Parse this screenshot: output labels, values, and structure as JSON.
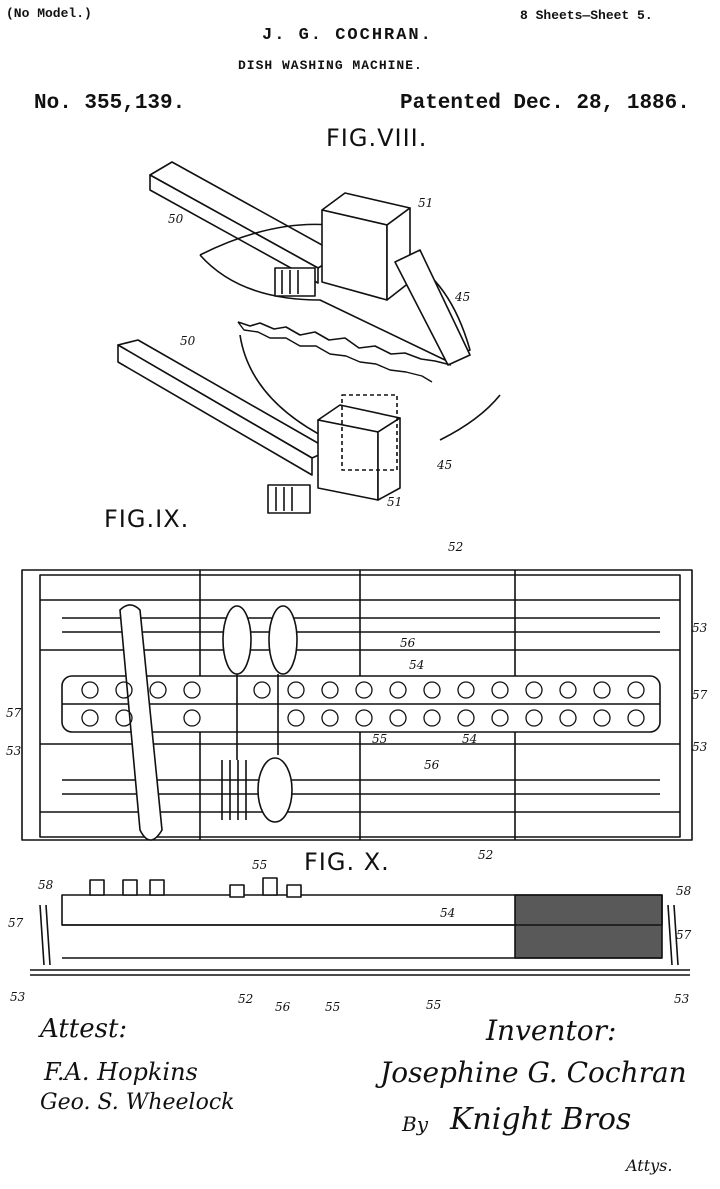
{
  "header": {
    "model": "(No Model.)",
    "sheets": "8 Sheets—Sheet 5.",
    "inventor_name": "J. G. COCHRAN.",
    "title": "DISH WASHING MACHINE.",
    "patent_no": "No. 355,139.",
    "patent_date": "Patented Dec. 28, 1886."
  },
  "figures": {
    "fig8": "FIG.VIII.",
    "fig9": "FIG.IX.",
    "fig10": "FIG. X."
  },
  "ref_numerals": {
    "fig8": [
      "50",
      "51",
      "45",
      "50",
      "45",
      "51"
    ],
    "fig9": [
      "52",
      "53",
      "56",
      "54",
      "57",
      "55",
      "54",
      "53",
      "56",
      "52",
      "57",
      "53"
    ],
    "fig10": [
      "55",
      "58",
      "54",
      "58",
      "57",
      "57",
      "53",
      "52",
      "56",
      "55",
      "55",
      "53"
    ]
  },
  "signatures": {
    "attest_label": "Attest:",
    "witness_1": "F.A. Hopkins",
    "witness_2": "Geo. S. Wheelock",
    "inventor_label": "Inventor:",
    "inventor_signature": "Josephine G. Cochran",
    "by_label": "By",
    "attorneys_signature": "Knight Bros",
    "attys_label": "Attys."
  }
}
